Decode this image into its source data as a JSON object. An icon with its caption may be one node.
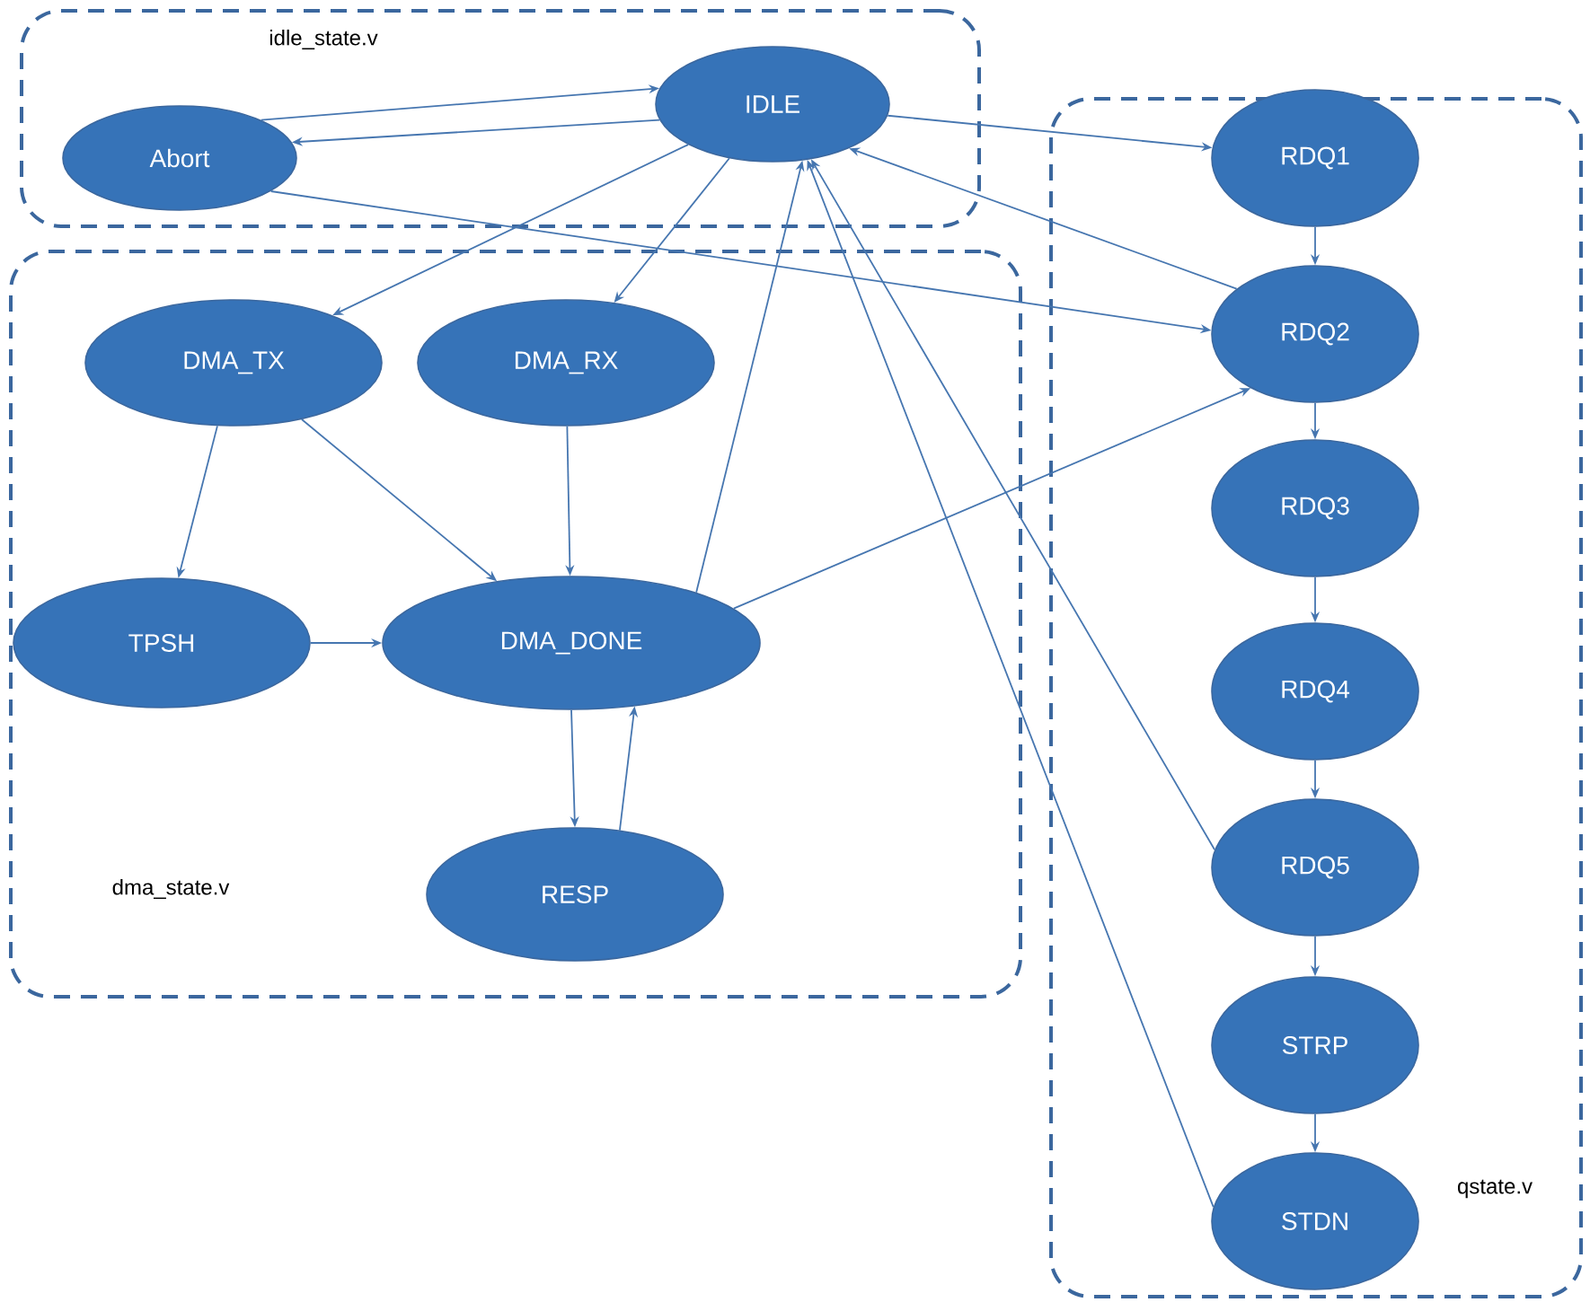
{
  "diagram": {
    "nodes": [
      {
        "text": [
          "idle_state.v"
        ]
      },
      {
        "text": [
          "IDLE"
        ],
        "in": 0
      },
      {
        "text": [
          "Abort"
        ],
        "in": 0
      },
      {
        "text": [
          "dma_state.v"
        ]
      },
      {
        "text": [
          "DMA_TX"
        ],
        "in": 3
      },
      {
        "text": [
          "DMA_RX"
        ],
        "in": 3
      },
      {
        "text": [
          "TPSH"
        ],
        "in": 3
      },
      {
        "text": [
          "DMA_DONE"
        ],
        "in": 3
      },
      {
        "text": [
          "RESP"
        ],
        "in": 3
      },
      {
        "text": [
          "qstate.v"
        ]
      },
      {
        "text": [
          "RDQ1"
        ],
        "in": 9
      },
      {
        "text": [
          "RDQ2"
        ],
        "in": 9
      },
      {
        "text": [
          "RDQ3"
        ],
        "in": 9
      },
      {
        "text": [
          "RDQ4"
        ],
        "in": 9
      },
      {
        "text": [
          "RDQ5"
        ],
        "in": 9
      },
      {
        "text": [
          "STRP"
        ],
        "in": 9
      },
      {
        "text": [
          "STDN"
        ],
        "in": 9
      }
    ],
    "edges": [
      {
        "from": 2,
        "to": 1,
        "arrow": "to"
      },
      {
        "from": 1,
        "to": 2,
        "arrow": "to"
      },
      {
        "from": 1,
        "to": 4,
        "arrow": "to"
      },
      {
        "from": 1,
        "to": 5,
        "arrow": "to"
      },
      {
        "from": 1,
        "to": 10,
        "arrow": "to"
      },
      {
        "from": 11,
        "to": 1,
        "arrow": "to"
      },
      {
        "from": 2,
        "to": 11,
        "arrow": "to"
      },
      {
        "from": 4,
        "to": 6,
        "arrow": "to"
      },
      {
        "from": 4,
        "to": 7,
        "arrow": "to"
      },
      {
        "from": 5,
        "to": 7,
        "arrow": "to"
      },
      {
        "from": 6,
        "to": 7,
        "arrow": "to"
      },
      {
        "from": 7,
        "to": 8,
        "arrow": "to"
      },
      {
        "from": 8,
        "to": 7,
        "arrow": "to"
      },
      {
        "from": 7,
        "to": 1,
        "arrow": "to"
      },
      {
        "from": 7,
        "to": 11,
        "arrow": "to"
      },
      {
        "from": 10,
        "to": 11,
        "arrow": "to"
      },
      {
        "from": 11,
        "to": 12,
        "arrow": "to"
      },
      {
        "from": 12,
        "to": 13,
        "arrow": "to"
      },
      {
        "from": 13,
        "to": 14,
        "arrow": "to"
      },
      {
        "from": 14,
        "to": 15,
        "arrow": "to"
      },
      {
        "from": 15,
        "to": 16,
        "arrow": "to"
      },
      {
        "from": 14,
        "to": 1,
        "arrow": "to"
      },
      {
        "from": 16,
        "to": 1,
        "arrow": "to"
      }
    ]
  }
}
